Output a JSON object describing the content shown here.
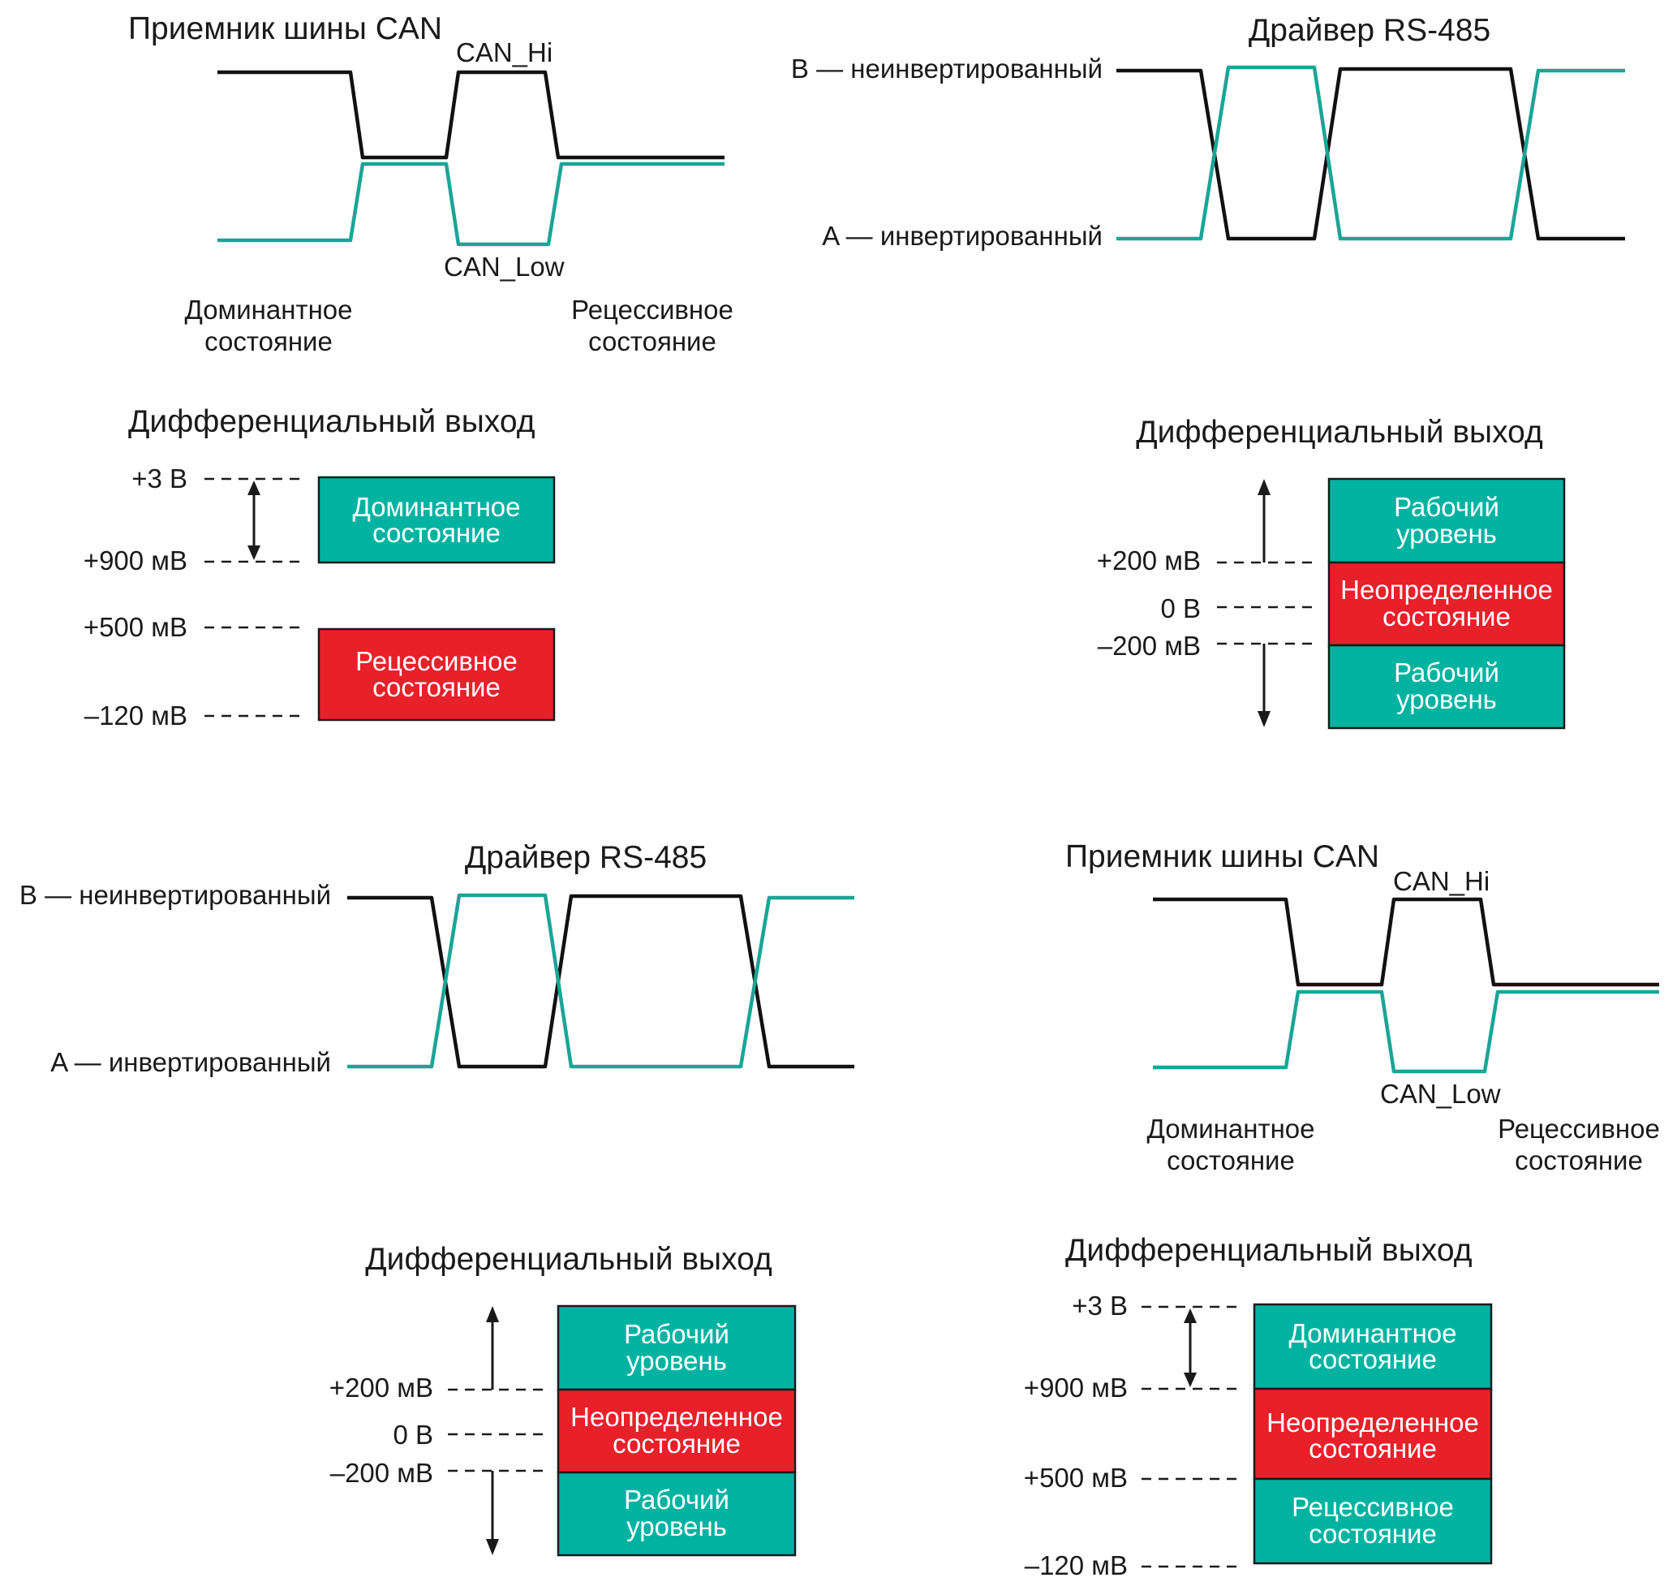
{
  "colors": {
    "black_signal": "#111111",
    "teal_signal": "#1aa596",
    "teal_box": "#00b3a1",
    "red_box": "#e8202a"
  },
  "panels": {
    "can_top": {
      "title": "Приемник шины CAN",
      "hi_label": "CAN_Hi",
      "low_label": "CAN_Low",
      "dominant": [
        "Доминантное",
        "состояние"
      ],
      "recessive": [
        "Рецессивное",
        "состояние"
      ]
    },
    "rs485_top": {
      "title": "Драйвер RS-485",
      "b_label": "B — неинвертированный",
      "a_label": "A — инвертированный"
    },
    "diff_can_top": {
      "title": "Дифференциальный выход",
      "levels": [
        "+3 В",
        "+900 мВ",
        "+500 мВ",
        "–120 мВ"
      ],
      "box_dominant": [
        "Доминантное",
        "состояние"
      ],
      "box_recessive": [
        "Рецессивное",
        "состояние"
      ]
    },
    "diff_rs485_top": {
      "title": "Дифференциальный выход",
      "levels": [
        "+200 мВ",
        "0 В",
        "–200 мВ"
      ],
      "box_work_top": [
        "Рабочий",
        "уровень"
      ],
      "box_undef": [
        "Неопределенное",
        "состояние"
      ],
      "box_work_bottom": [
        "Рабочий",
        "уровень"
      ]
    },
    "rs485_bottom": {
      "title": "Драйвер RS-485",
      "b_label": "B — неинвертированный",
      "a_label": "A — инвертированный"
    },
    "can_bottom": {
      "title": "Приемник шины CAN",
      "hi_label": "CAN_Hi",
      "low_label": "CAN_Low",
      "dominant": [
        "Доминантное",
        "состояние"
      ],
      "recessive": [
        "Рецессивное",
        "состояние"
      ]
    },
    "diff_rs485_bottom": {
      "title": "Дифференциальный выход",
      "levels": [
        "+200 мВ",
        "0 В",
        "–200 мВ"
      ],
      "box_work_top": [
        "Рабочий",
        "уровень"
      ],
      "box_undef": [
        "Неопределенное",
        "состояние"
      ],
      "box_work_bottom": [
        "Рабочий",
        "уровень"
      ]
    },
    "diff_can_bottom": {
      "title": "Дифференциальный выход",
      "levels": [
        "+3 В",
        "+900 мВ",
        "+500 мВ",
        "–120 мВ"
      ],
      "box_dominant": [
        "Доминантное",
        "состояние"
      ],
      "box_undef": [
        "Неопределенное",
        "состояние"
      ],
      "box_recessive": [
        "Рецессивное",
        "состояние"
      ]
    }
  }
}
